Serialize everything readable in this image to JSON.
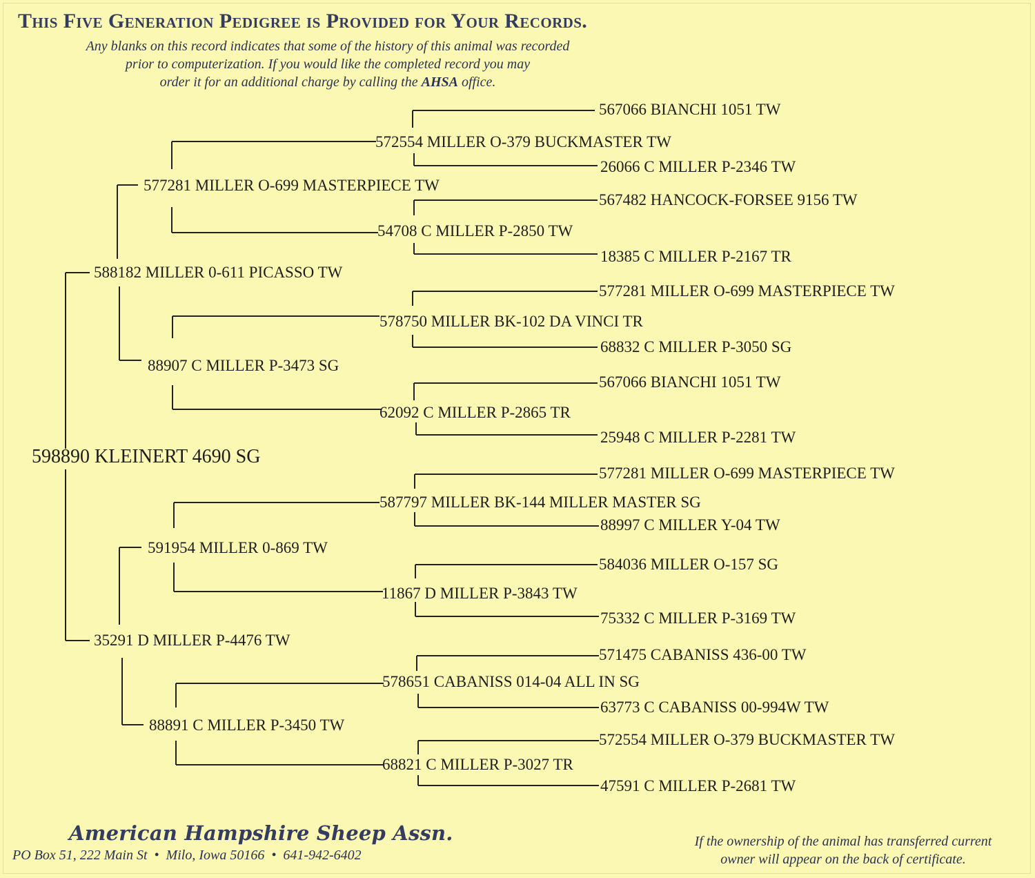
{
  "header": {
    "title": "This Five Generation Pedigree is Provided for Your Records.",
    "notice": {
      "line1": "Any blanks on this record indicates that some of the history of this animal was recorded",
      "line2": "prior to computerization.  If you would like the completed record you may",
      "line3_pre": "order it for an additional charge by calling the ",
      "line3_org": "AHSA",
      "line3_post": " office."
    }
  },
  "pedigree": {
    "subject": "598890 KLEINERT 4690 SG",
    "gen1": [
      "588182 MILLER 0-611 PICASSO TW",
      "35291 D MILLER P-4476 TW"
    ],
    "gen2": [
      "577281 MILLER O-699 MASTERPIECE TW",
      "88907 C MILLER P-3473 SG",
      "591954 MILLER 0-869 TW",
      "88891 C MILLER P-3450 TW"
    ],
    "gen3": [
      "572554 MILLER O-379 BUCKMASTER TW",
      "54708 C MILLER P-2850 TW",
      "578750 MILLER BK-102 DA VINCI TR",
      "62092 C MILLER P-2865 TR",
      "587797 MILLER BK-144 MILLER MASTER SG",
      "11867 D MILLER P-3843 TW",
      "578651 CABANISS 014-04 ALL IN SG",
      "68821 C MILLER P-3027 TR"
    ],
    "gen4": [
      "567066 BIANCHI 1051 TW",
      "26066 C MILLER P-2346 TW",
      "567482 HANCOCK-FORSEE 9156 TW",
      "18385 C MILLER P-2167 TR",
      "577281 MILLER O-699 MASTERPIECE TW",
      "68832 C MILLER P-3050 SG",
      "567066 BIANCHI 1051 TW",
      "25948 C MILLER P-2281 TW",
      "577281 MILLER O-699 MASTERPIECE TW",
      "88997 C MILLER Y-04 TW",
      "584036 MILLER O-157 SG",
      "75332 C MILLER P-3169 TW",
      "571475 CABANISS 436-00 TW",
      "63773 C CABANISS 00-994W TW",
      "572554 MILLER O-379 BUCKMASTER TW",
      "47591 C MILLER P-2681 TW"
    ]
  },
  "footer": {
    "organization": "American Hampshire Sheep Assn.",
    "address_street": "PO Box 51, 222 Main St",
    "address_city": "Milo, Iowa 50166",
    "address_phone": "641-942-6402",
    "separator": "•",
    "ownership_line1": "If the ownership of the animal has transferred current",
    "ownership_line2": "owner will appear on the back of certificate."
  }
}
